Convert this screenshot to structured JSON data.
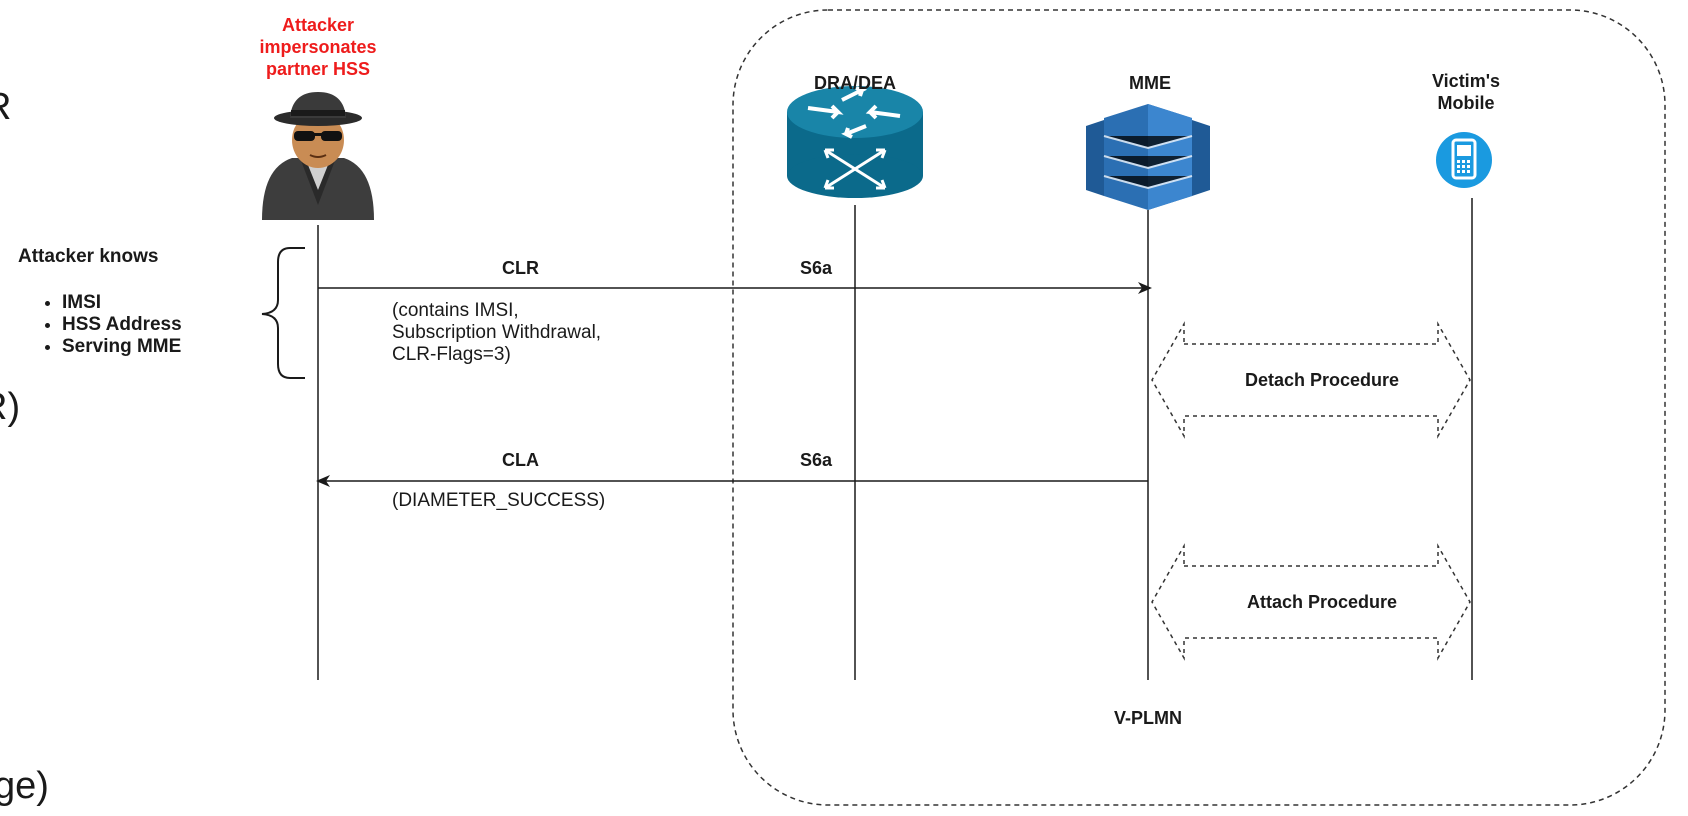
{
  "attacker": {
    "title": "Attacker impersonates partner HSS",
    "title_color": "#ee1c1c",
    "icon": "spy-attacker-icon"
  },
  "knowledge": {
    "heading": "Attacker knows",
    "items": [
      "IMSI",
      "HSS Address",
      "Serving MME"
    ]
  },
  "nodes": {
    "dra": {
      "label": "DRA/DEA",
      "icon": "router-icon"
    },
    "mme": {
      "label": "MME",
      "icon": "database-stack-icon"
    },
    "victim": {
      "label": "Victim's Mobile",
      "icon": "mobile-phone-icon"
    }
  },
  "messages": {
    "clr": {
      "name": "CLR",
      "interface": "S6a",
      "details": "(contains IMSI,\nSubscription Withdrawal,\nCLR-Flags=3)"
    },
    "cla": {
      "name": "CLA",
      "interface": "S6a",
      "details": "(DIAMETER_SUCCESS)"
    }
  },
  "procedures": {
    "detach": "Detach Procedure",
    "attach": "Attach Procedure"
  },
  "network": {
    "label": "V-PLMN"
  },
  "fragments": {
    "left_top": "R",
    "left_mid": "R)",
    "left_bottom": "ge)"
  },
  "colors": {
    "router_blue": "#0a6b8a",
    "mme_blue": "#2e73b8",
    "phone_blue": "#1a9ae0",
    "line": "#1a1a1a"
  }
}
